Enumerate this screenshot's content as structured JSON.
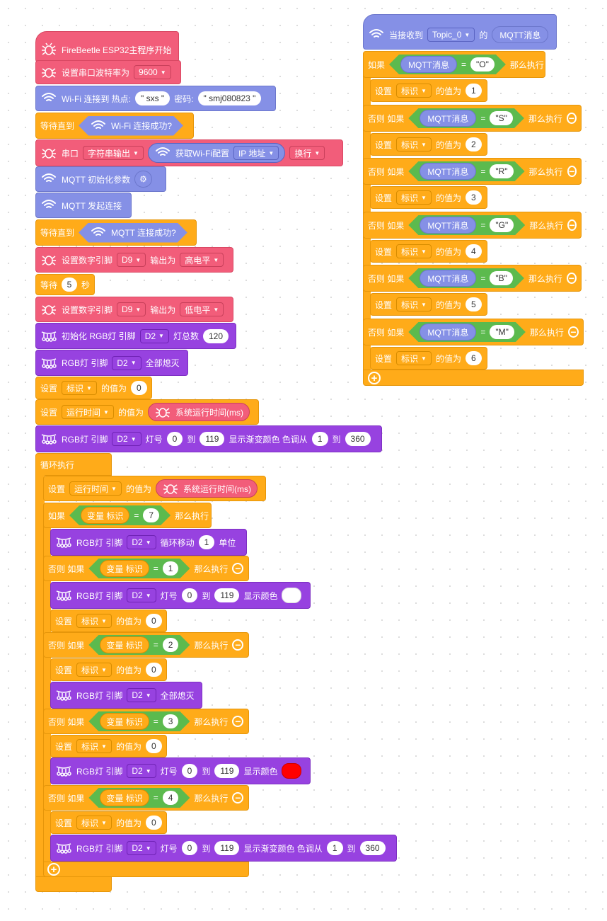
{
  "colors": {
    "pink": "#f25d7a",
    "wifi": "#8590e6",
    "purple": "#9742e0",
    "orange": "#ffab19",
    "green": "#5cba4e",
    "red": "#ff0000",
    "white": "#ffffff"
  },
  "icons": {
    "board": "firebeetle-board-icon",
    "wifi": "wifi-icon",
    "mqtt": "mqtt-icon",
    "rgb": "rgb-strip-icon",
    "gear": "gear-icon"
  },
  "labels": {
    "wifi_sub": "WIFI",
    "mqtt_sub": "MQTT",
    "set": "设置",
    "value_of": "的值为",
    "if": "如果",
    "elseif": "否则 如果",
    "then": "那么执行",
    "eq": "=",
    "pin": "引脚",
    "rgb": "RGB灯",
    "lamp_no": "灯号",
    "to": "到",
    "var": "变量",
    "flag": "标识",
    "show_color": "显示颜色",
    "gradient": "显示渐变颜色 色调从",
    "all_off": "全部熄灭",
    "runtime_var": "运行时间",
    "sys_runtime": "系统运行时间(ms)"
  },
  "main": {
    "start": "FireBeetle ESP32主程序开始",
    "baud_label": "设置串口波特率为",
    "baud": "9600",
    "wifi_connect": "Wi-Fi 连接到 热点:",
    "ssid": "\" sxs \"",
    "pwd_label": "密码:",
    "pwd": "\" smj080823 \"",
    "wait_until": "等待直到",
    "wifi_ok": "Wi-Fi 连接成功?",
    "serial": "串口",
    "serial_mode": "字符串输出",
    "get_wifi": "获取Wi-Fi配置",
    "ip": "IP 地址",
    "newline": "换行",
    "mqtt_init": "MQTT 初始化参数",
    "mqtt_connect": "MQTT 发起连接",
    "mqtt_ok": "MQTT 连接成功?",
    "set_dpin": "设置数字引脚",
    "d9": "D9",
    "output": "输出为",
    "high": "高电平",
    "low": "低电平",
    "wait": "等待",
    "wait_val": "5",
    "sec": "秒",
    "rgb_init": "初始化 RGB灯 引脚",
    "d2": "D2",
    "total": "灯总数",
    "total_val": "120",
    "rgb_pin": "RGB灯 引脚",
    "zero": "0",
    "n119": "119",
    "one": "1",
    "n360": "360",
    "loop": "循环执行",
    "rotate": "循环移动",
    "unit": "单位",
    "c7": "7",
    "c1": "1",
    "c2": "2",
    "c3": "3",
    "c4": "4"
  },
  "mqtt": {
    "recv": "当接收到",
    "topic": "Topic_0",
    "de": "的",
    "msg": "MQTT消息",
    "cases": [
      {
        "k": "\"O\"",
        "v": "1"
      },
      {
        "k": "\"S\"",
        "v": "2"
      },
      {
        "k": "\"R\"",
        "v": "3"
      },
      {
        "k": "\"G\"",
        "v": "4"
      },
      {
        "k": "\"B\"",
        "v": "5"
      },
      {
        "k": "\"M\"",
        "v": "6"
      }
    ]
  }
}
